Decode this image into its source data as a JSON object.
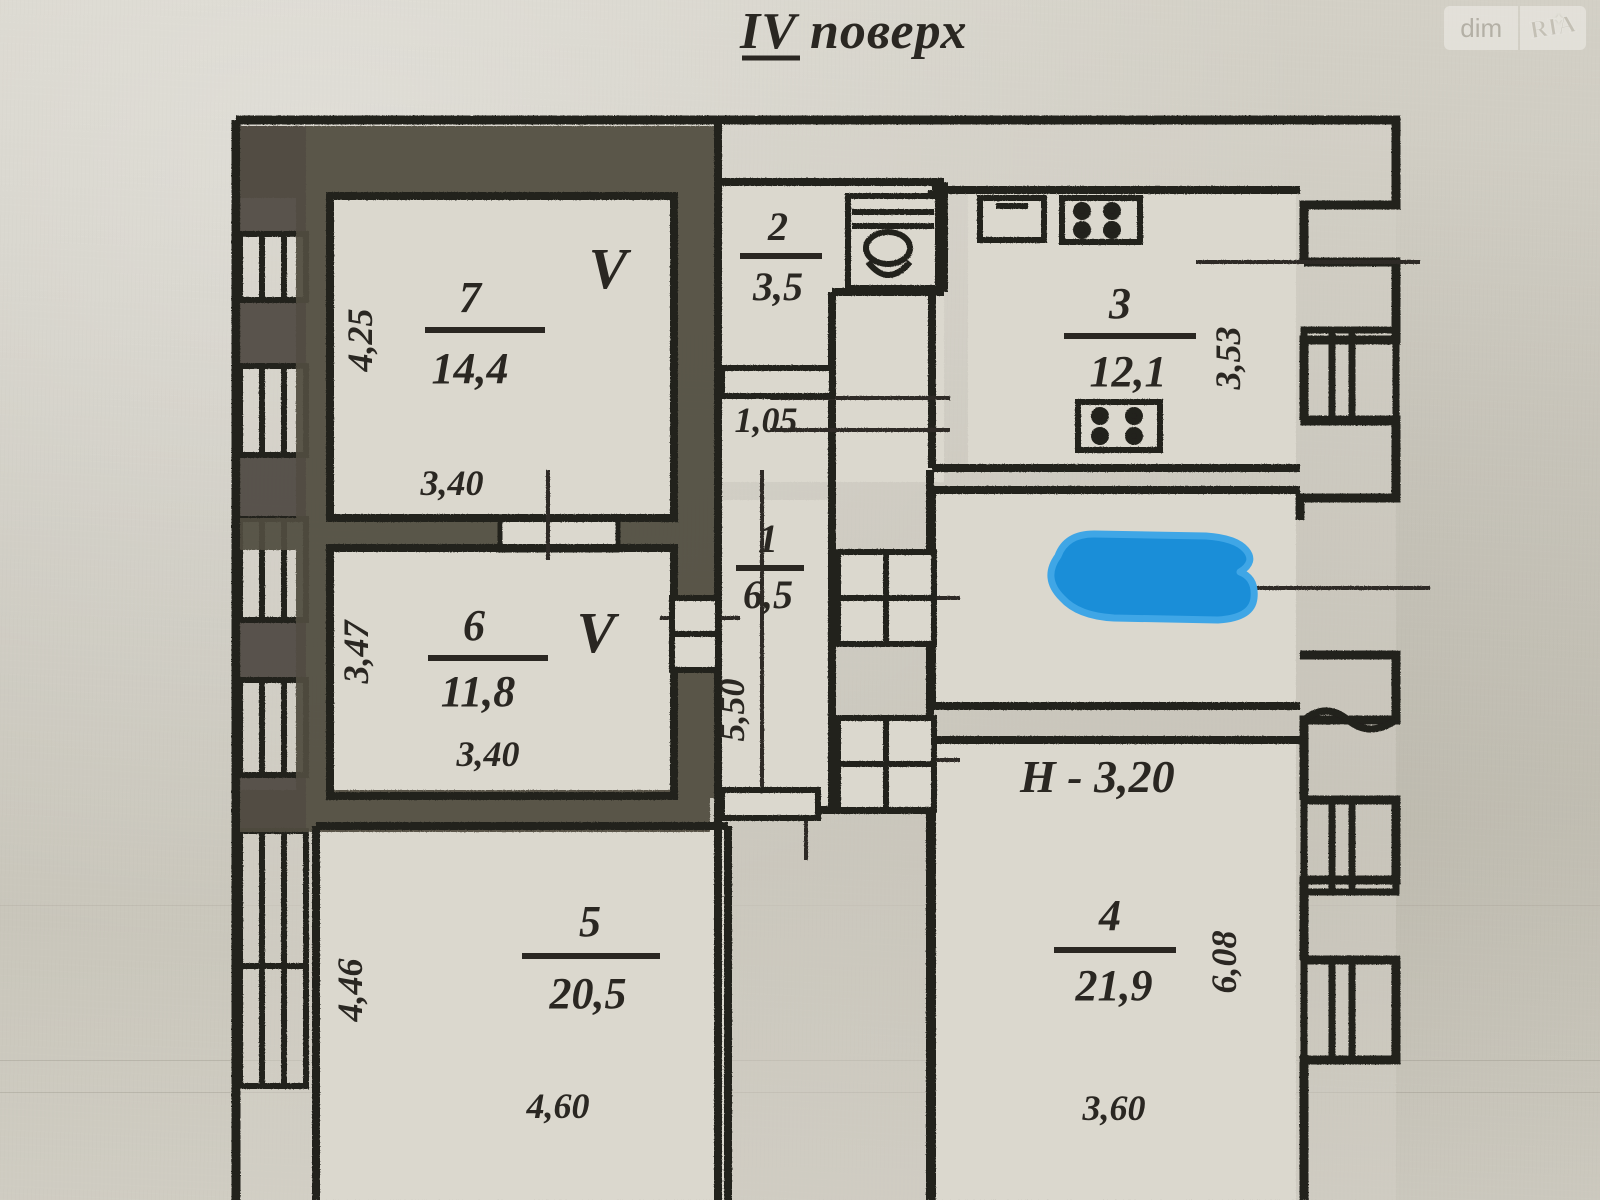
{
  "title": "IV поверх",
  "watermark": {
    "left": "dim",
    "right": "RIA"
  },
  "ceiling_height_note": "Н - 3,20",
  "rooms": [
    {
      "number": "7",
      "area": "14,4",
      "width": "3,40",
      "height": "4,25",
      "mark": "V",
      "kind": "room"
    },
    {
      "number": "6",
      "area": "11,8",
      "width": "3,40",
      "height": "3,47",
      "mark": "V",
      "kind": "room"
    },
    {
      "number": "5",
      "area": "20,5",
      "width": "4,60",
      "height": "4,46",
      "mark": "",
      "kind": "room"
    },
    {
      "number": "2",
      "area": "3,5",
      "width": "1,05",
      "height": "",
      "mark": "",
      "kind": "bathroom"
    },
    {
      "number": "1",
      "area": "6,5",
      "width": "",
      "height": "5,50",
      "mark": "",
      "kind": "corridor"
    },
    {
      "number": "3",
      "area": "12,1",
      "width": "",
      "height": "3,53",
      "mark": "",
      "kind": "kitchen"
    },
    {
      "number": "4",
      "area": "21,9",
      "width": "3,60",
      "height": "6,08",
      "mark": "",
      "kind": "room"
    }
  ],
  "dimension_labels": [
    "4,25",
    "3,40",
    "3,47",
    "3,40",
    "4,46",
    "4,60",
    "1,05",
    "5,50",
    "3,53",
    "6,08",
    "3,60"
  ],
  "fixtures": [
    {
      "name": "toilet",
      "room": "2"
    },
    {
      "name": "sink",
      "room": "3"
    },
    {
      "name": "stove",
      "room": "3"
    },
    {
      "name": "stove-2",
      "room": "3"
    }
  ],
  "redaction": {
    "present": true,
    "color": "#1a8ed8",
    "note": "blue marker blob covering a room label"
  },
  "colors": {
    "paper": "#cfccc2",
    "ink": "#2a2722",
    "wall_fill": "#5d584c",
    "highlight_blue": "#1a8ed8",
    "room_fill": "#d7d4ca"
  }
}
